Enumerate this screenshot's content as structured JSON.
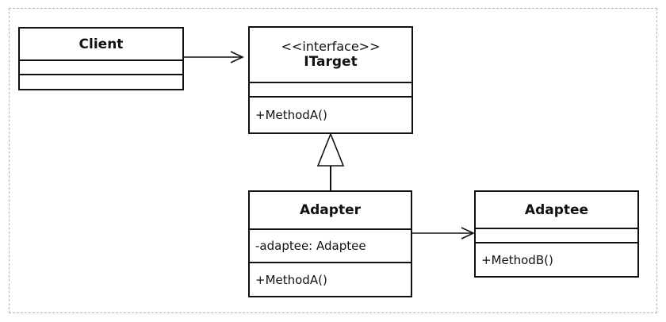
{
  "classes": {
    "client": {
      "name": "Client"
    },
    "itarget": {
      "stereotype": "<<interface>>",
      "name": "ITarget",
      "operations": [
        "+MethodA()"
      ]
    },
    "adapter": {
      "name": "Adapter",
      "attributes": [
        "-adaptee: Adaptee"
      ],
      "operations": [
        "+MethodA()"
      ]
    },
    "adaptee": {
      "name": "Adaptee",
      "operations": [
        "+MethodB()"
      ]
    }
  },
  "relations": [
    {
      "from": "Client",
      "to": "ITarget",
      "kind": "association"
    },
    {
      "from": "Adapter",
      "to": "ITarget",
      "kind": "realization"
    },
    {
      "from": "Adapter",
      "to": "Adaptee",
      "kind": "association"
    }
  ],
  "colors": {
    "line": "#111111",
    "frame": "#b4b4b4",
    "background": "#ffffff"
  }
}
